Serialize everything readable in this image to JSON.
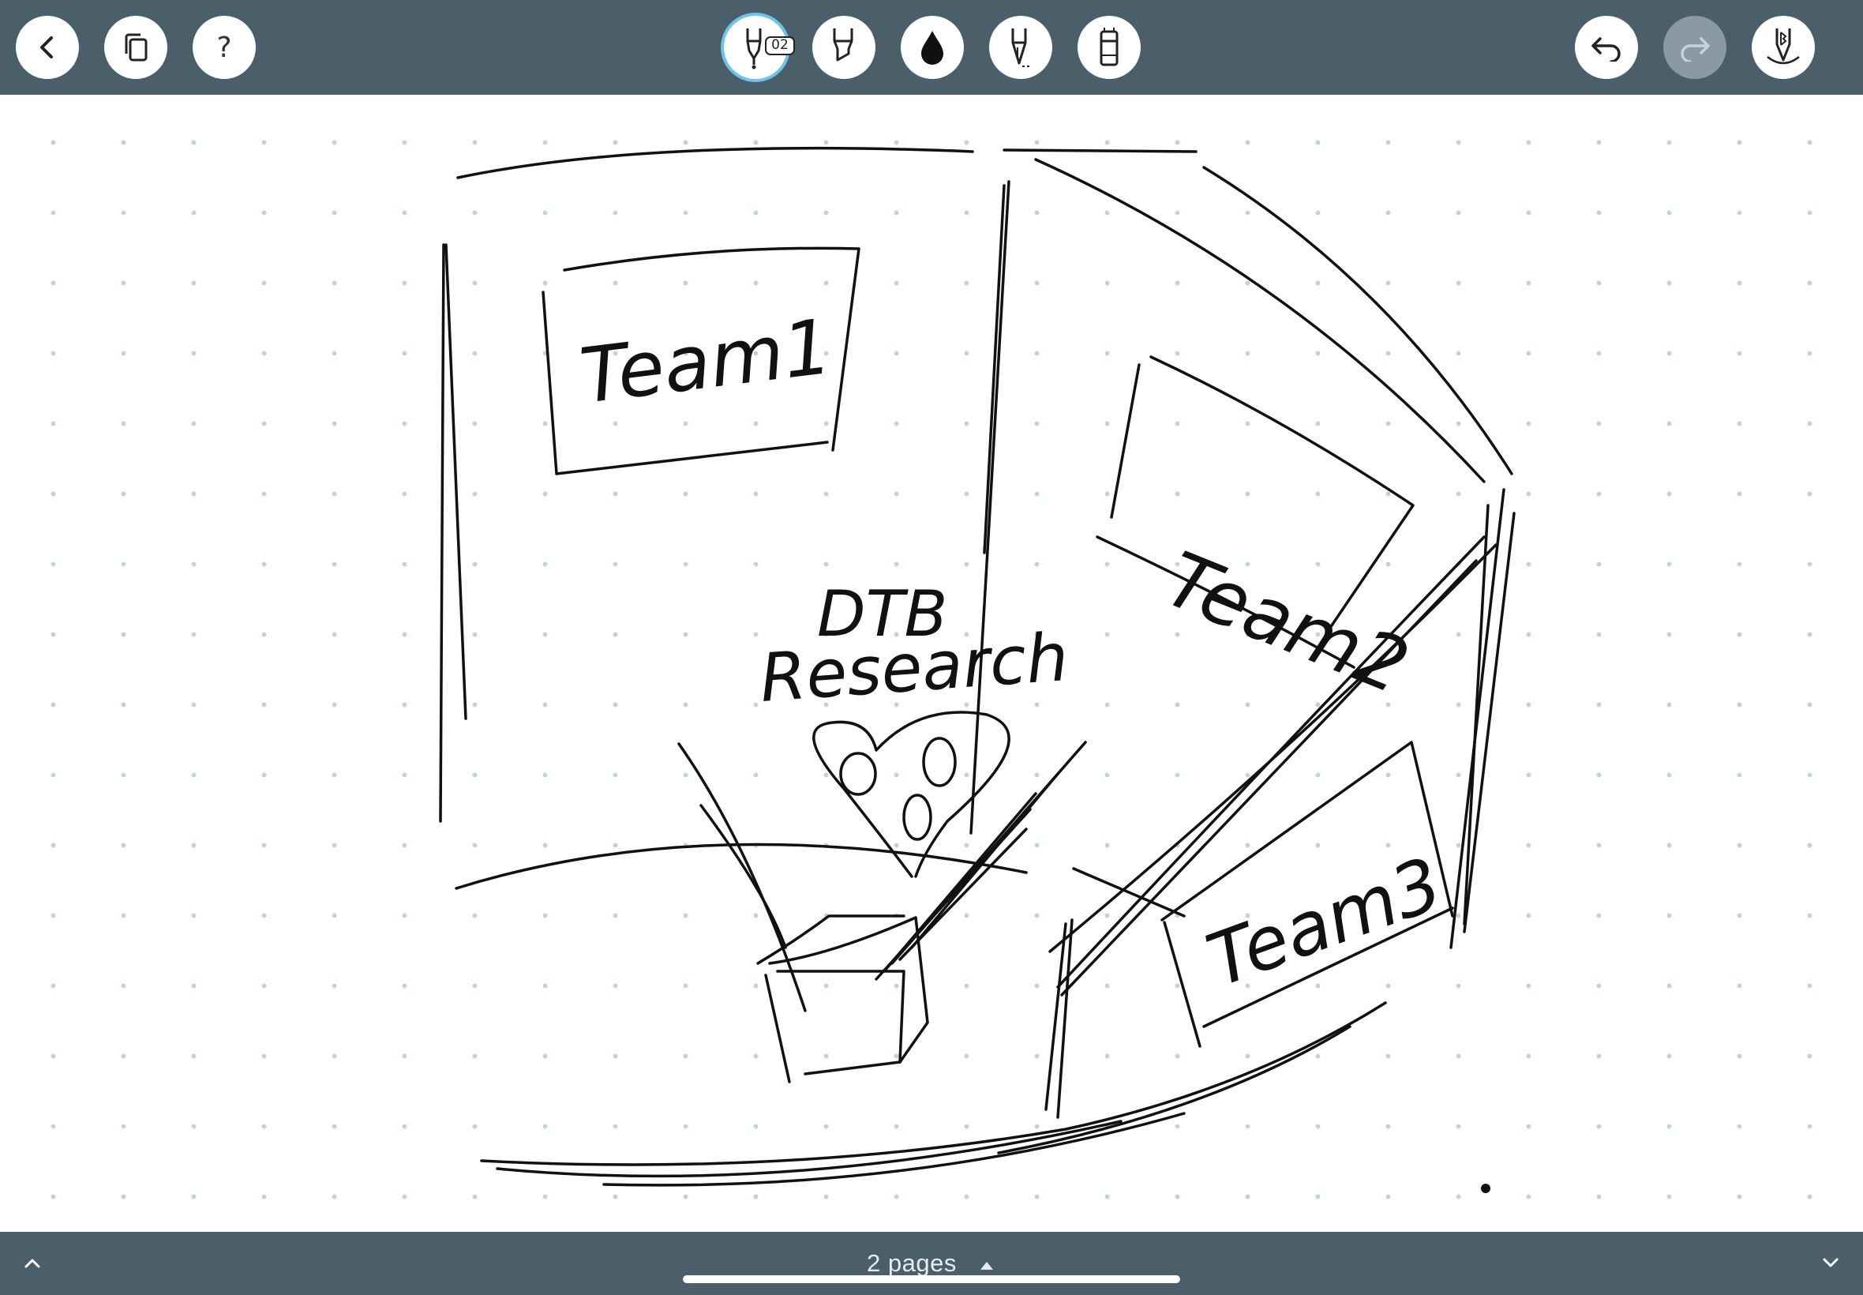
{
  "toolbar": {
    "back_icon": "chevron-left-icon",
    "pages_icon": "copy-pages-icon",
    "help_label": "?",
    "pen_badge": "02",
    "tools": [
      "fountain-pen",
      "highlighter",
      "ink-drop",
      "pencil",
      "eraser"
    ],
    "undo_icon": "undo-icon",
    "redo_icon": "redo-icon",
    "redo_enabled": false,
    "stylus_icon": "bluetooth-stylus-icon"
  },
  "canvas": {
    "grid": "dot",
    "labels": {
      "team1": "Team1",
      "team2": "Team2",
      "team3": "Team3",
      "center_line1": "DTB",
      "center_line2": "Research"
    }
  },
  "bottom": {
    "pages_label": "2 pages",
    "left_chevron": "chevron-up-icon",
    "right_chevron": "chevron-down-icon"
  },
  "colors": {
    "bar": "#4b5f6b",
    "selected_ring": "#6cc4e8",
    "ink": "#111111",
    "grid_dot": "#bfd3d1"
  }
}
